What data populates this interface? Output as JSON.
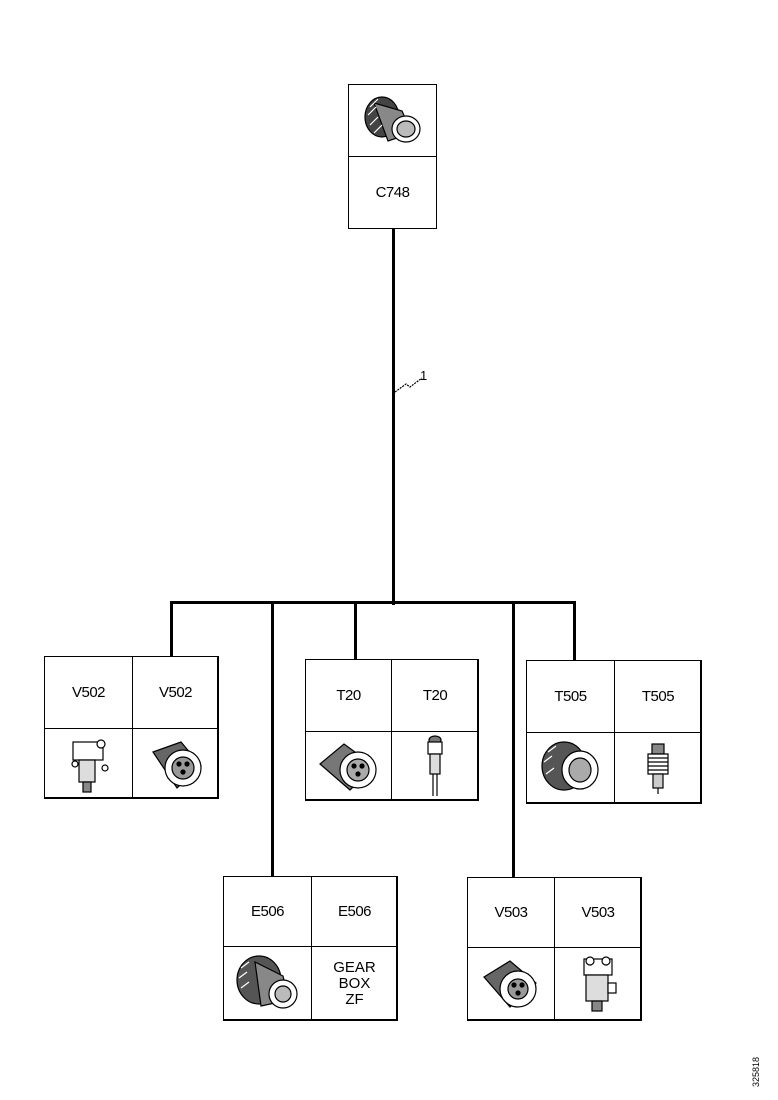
{
  "connector_top": {
    "label": "C748"
  },
  "wire": {
    "callout": "1"
  },
  "groups": [
    {
      "labels": [
        "V502",
        "V502"
      ]
    },
    {
      "labels": [
        "T20",
        "T20"
      ]
    },
    {
      "labels": [
        "T505",
        "T505"
      ]
    },
    {
      "labels": [
        "E506",
        "E506"
      ],
      "note_lines": [
        "GEAR",
        "BOX",
        "ZF"
      ]
    },
    {
      "labels": [
        "V503",
        "V503"
      ]
    }
  ],
  "drawing_code": "325818"
}
